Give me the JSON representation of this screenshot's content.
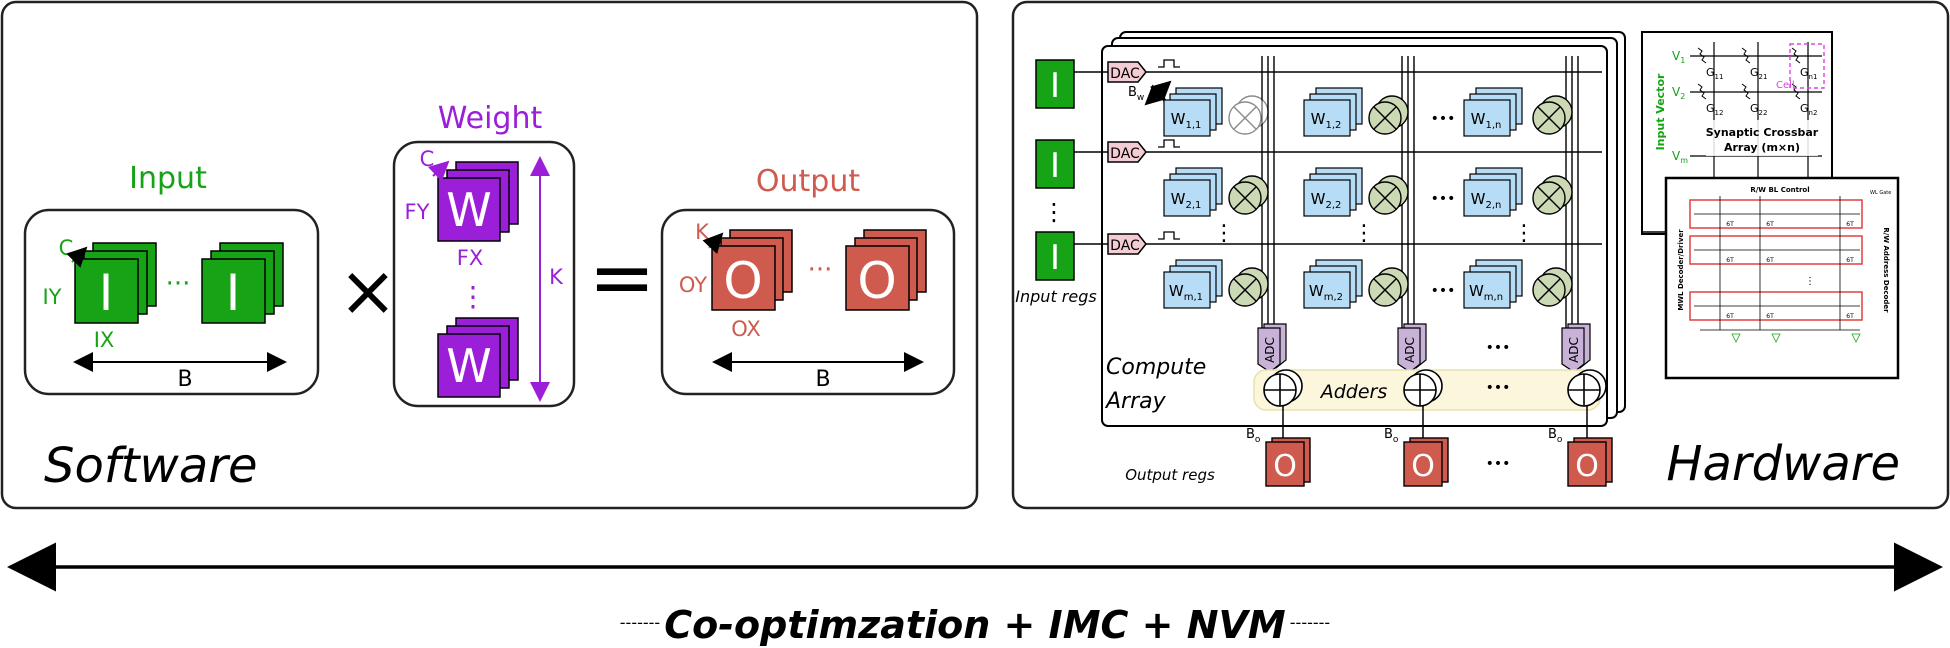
{
  "colors": {
    "input": "#16a316",
    "weight": "#9b1ed8",
    "output": "#cf5b4f",
    "weight_cell": "#b7dcf5",
    "mult_node": "#ccd9b5",
    "adc": "#c9b2d8",
    "dac": "#f4cdd4",
    "adders_band": "#fbf6dc",
    "crossbar_accent": "#e040e0"
  },
  "software": {
    "label": "Software",
    "input": {
      "title": "Input",
      "c": "C",
      "iy": "IY",
      "ix": "IX",
      "glyph": "I",
      "ellipsis": "···",
      "b": "B"
    },
    "times": "×",
    "weight": {
      "title": "Weight",
      "c": "C",
      "fy": "FY",
      "fx": "FX",
      "k": "K",
      "glyph": "W",
      "vdots": "⋮"
    },
    "equals": "=",
    "output": {
      "title": "Output",
      "k": "K",
      "oy": "OY",
      "ox": "OX",
      "glyph": "O",
      "ellipsis": "···",
      "b": "B"
    }
  },
  "hardware": {
    "label": "Hardware",
    "input_glyph": "I",
    "input_regs": "Input regs",
    "dac": "DAC",
    "bw": "B",
    "bw_sub": "w",
    "weights": [
      {
        "w": "W",
        "sub": "1,1"
      },
      {
        "w": "W",
        "sub": "1,2"
      },
      {
        "w": "W",
        "sub": "1,n"
      },
      {
        "w": "W",
        "sub": "2,1"
      },
      {
        "w": "W",
        "sub": "2,2"
      },
      {
        "w": "W",
        "sub": "2,n"
      },
      {
        "w": "W",
        "sub": "m,1"
      },
      {
        "w": "W",
        "sub": "m,2"
      },
      {
        "w": "W",
        "sub": "m,n"
      }
    ],
    "dots_h": "•••",
    "dots_v": "⋮",
    "adc": "ADC",
    "compute_array": "Compute",
    "compute_array2": "Array",
    "adders": "Adders",
    "bo": "B",
    "bo_sub": "o",
    "output_glyph": "O",
    "output_regs": "Output regs",
    "crossbar": {
      "v1": "V",
      "v1_sub": "1",
      "v2": "V",
      "v2_sub": "2",
      "vm": "V",
      "vm_sub": "m",
      "g11": "G",
      "g11_sub": "11",
      "g21": "G",
      "g21_sub": "21",
      "gn1": "G",
      "gn1_sub": "n1",
      "g12": "G",
      "g12_sub": "12",
      "g22": "G",
      "g22_sub": "22",
      "gn2": "G",
      "gn2_sub": "n2",
      "cell": "Cell",
      "input_vector": "Input Vector",
      "title1": "Synaptic Crossbar",
      "title2": "Array (m×n)"
    },
    "circuit": {
      "top": "R/W BL Control",
      "left": "MWL Decoder/Driver",
      "right": "R/W Address Decoder",
      "cell": "6T",
      "wl": "WL Gate"
    }
  },
  "bottom": {
    "title": "Co-optimzation + IMC + NVM",
    "dash_left": "-------",
    "dash_right": "-------"
  }
}
